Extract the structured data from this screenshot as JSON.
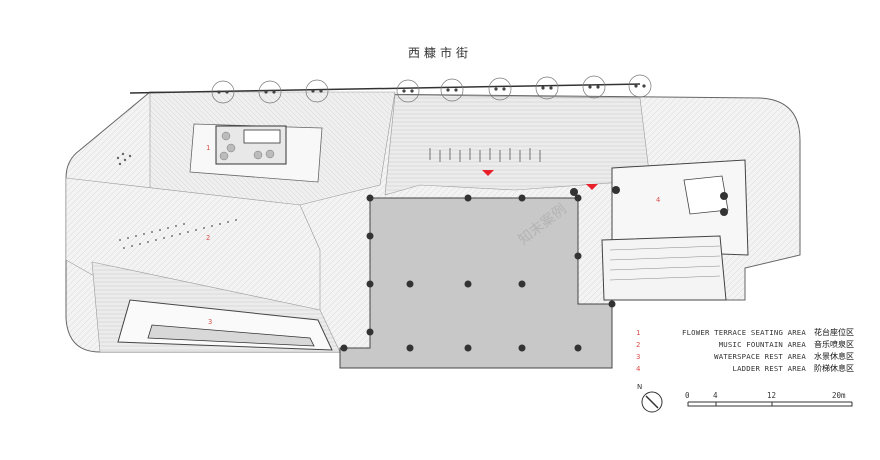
{
  "street_name": "西糠市街",
  "legend": [
    {
      "num": "1",
      "en": "FLOWER TERRACE SEATING AREA",
      "cn": "花台座位区"
    },
    {
      "num": "2",
      "en": "MUSIC FOUNTAIN AREA",
      "cn": "音乐喷泉区"
    },
    {
      "num": "3",
      "en": "WATERSPACE REST AREA",
      "cn": "水景休息区"
    },
    {
      "num": "4",
      "en": "LADDER REST AREA",
      "cn": "阶梯休息区"
    }
  ],
  "area_labels": [
    "1",
    "2",
    "3",
    "4"
  ],
  "north_label": "N",
  "scale_bar": {
    "ticks": [
      "0",
      "4",
      "12",
      "20m"
    ]
  },
  "watermark": "知末案例",
  "colors": {
    "accent": "#d9534f",
    "building": "#c8c8c8",
    "paving": "#efefef",
    "line": "#555555",
    "marker": "#e8202a"
  }
}
